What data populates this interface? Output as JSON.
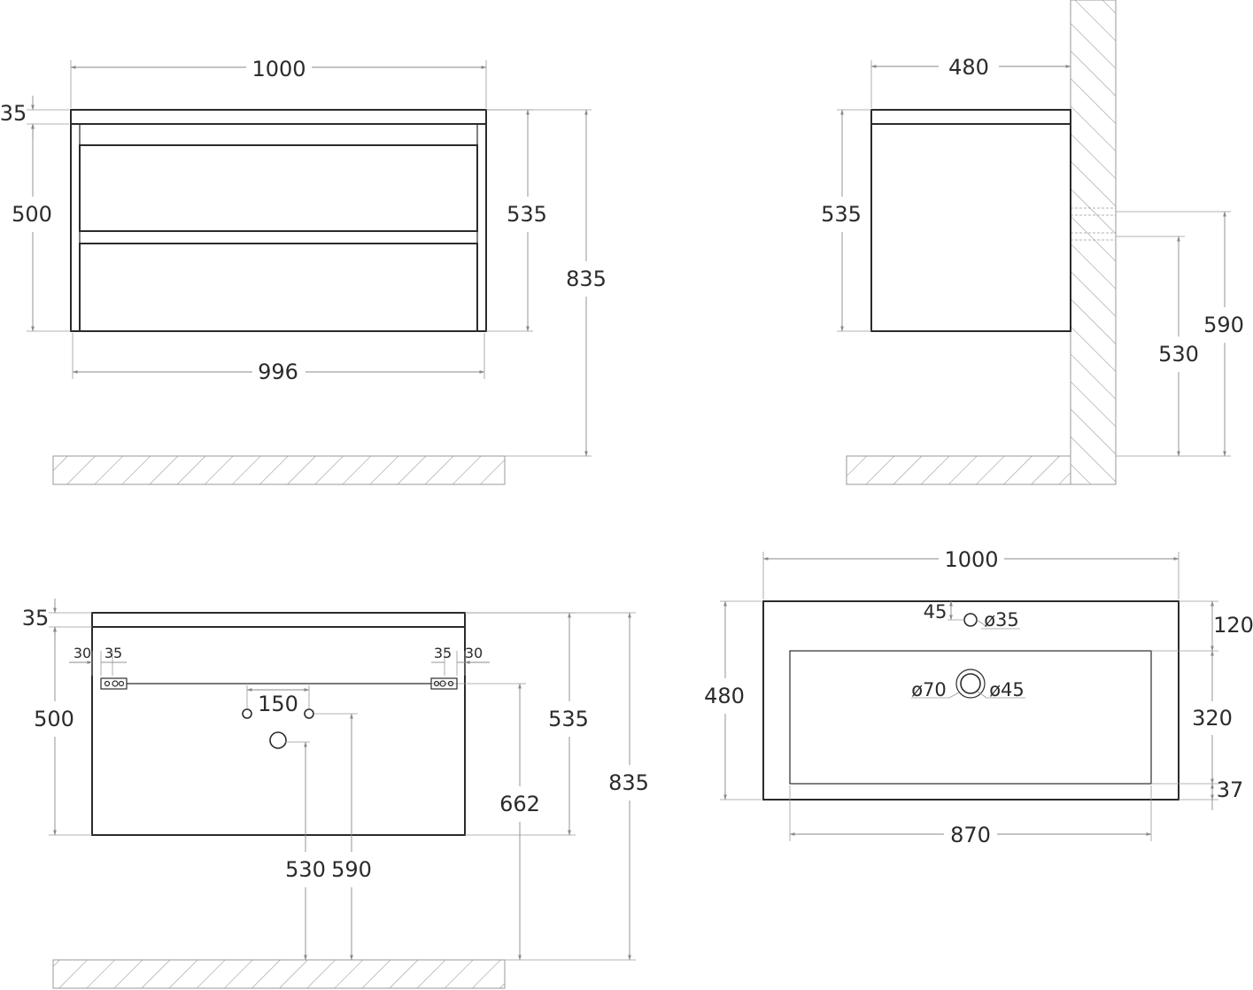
{
  "front_view": {
    "width_top": "1000",
    "top_thickness": "35",
    "drawer_height": "500",
    "body_height": "535",
    "total_height": "835",
    "width_bottom": "996"
  },
  "side_view": {
    "depth": "480",
    "body_height": "535",
    "height_upper": "590",
    "height_lower": "530"
  },
  "back_view": {
    "top_thickness": "35",
    "drawer_height": "500",
    "offset_left_a": "30",
    "offset_left_b": "35",
    "offset_right_b": "35",
    "offset_right_a": "30",
    "hole_spacing": "150",
    "body_height": "535",
    "total_height": "835",
    "mount_height": "662",
    "drain_height": "530",
    "supply_height": "590"
  },
  "top_view": {
    "width": "1000",
    "depth": "480",
    "tap_offset": "45",
    "tap_hole": "ø35",
    "drain_outer": "ø70",
    "drain_inner": "ø45",
    "back_margin": "120",
    "basin_depth": "320",
    "front_margin": "37",
    "basin_width": "870"
  }
}
